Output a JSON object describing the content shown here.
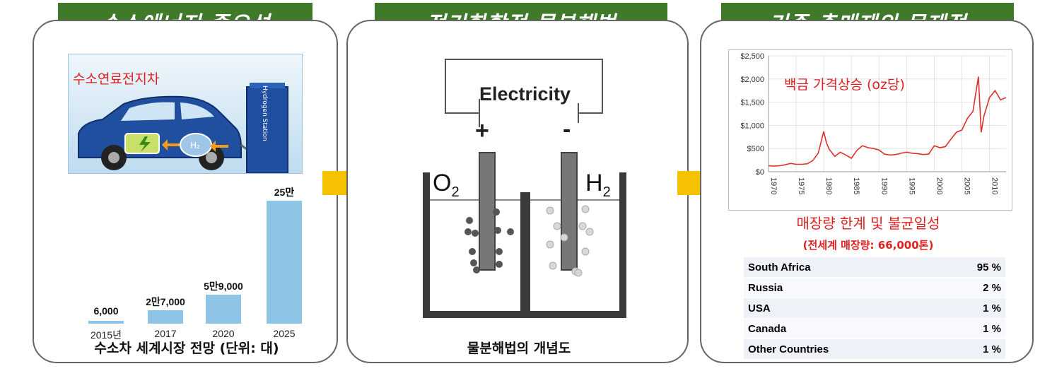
{
  "panel1": {
    "title": "수소에너지 중요성",
    "car_label": "수소연료전지차",
    "station_label": "Hydrogen Station",
    "h2_tank_label": "H2",
    "chart_caption": "수소차 세계시장 전망 (단위: 대)"
  },
  "panel2": {
    "title": "전기화학적 물분해법",
    "electricity_label": "Electricity",
    "plus_label": "+",
    "minus_label": "-",
    "o2_label": "O",
    "o2_sub": "2",
    "h2_label": "H",
    "h2_sub": "2",
    "caption": "물분해법의 개념도"
  },
  "panel3": {
    "title": "기존 촉매제의 문제점",
    "chart_title": "백금 가격상승 (oz당)",
    "subtitle": "매장량 한계 및 불균일성",
    "reserve_note": "(전세계 매장량: 66,000톤)",
    "reserves": [
      {
        "country": "South Africa",
        "share": "95 %"
      },
      {
        "country": "Russia",
        "share": "2 %"
      },
      {
        "country": "USA",
        "share": "1 %"
      },
      {
        "country": "Canada",
        "share": "1 %"
      },
      {
        "country": "Other Countries",
        "share": "1 %"
      }
    ]
  },
  "colors": {
    "banner_green": "#3f7a2a",
    "arrow_yellow": "#f6c200",
    "bar_blue": "#8ec4e6",
    "line_red": "#e0302a",
    "text_red": "#e02020"
  },
  "chart_data": [
    {
      "type": "bar",
      "categories": [
        "2015년",
        "2017",
        "2020",
        "2025"
      ],
      "values": [
        6000,
        27000,
        59000,
        250000
      ],
      "value_labels": [
        "6,000",
        "2만7,000",
        "5만9,000",
        "25만"
      ],
      "title": "수소차 세계시장 전망 (단위: 대)"
    },
    {
      "type": "line",
      "title": "백금 가격상승 (oz당)",
      "x_ticks": [
        "1970",
        "1975",
        "1980",
        "1985",
        "1990",
        "1995",
        "2000",
        "2005",
        "2010"
      ],
      "y_ticks": [
        "$0",
        "$500",
        "$1,000",
        "$1,500",
        "$2,000",
        "$2,500"
      ],
      "xlim": [
        1970,
        2013
      ],
      "ylim": [
        0,
        2500
      ],
      "grid": true,
      "x": [
        1970,
        1971,
        1972,
        1973,
        1974,
        1975,
        1976,
        1977,
        1978,
        1979,
        1980,
        1980.5,
        1981,
        1982,
        1983,
        1984,
        1985,
        1986,
        1987,
        1988,
        1989,
        1990,
        1991,
        1992,
        1993,
        1994,
        1995,
        1996,
        1997,
        1998,
        1999,
        2000,
        2001,
        2002,
        2003,
        2004,
        2005,
        2006,
        2007,
        2008,
        2008.5,
        2009,
        2010,
        2011,
        2012,
        2013
      ],
      "y": [
        130,
        120,
        130,
        150,
        180,
        160,
        160,
        170,
        240,
        400,
        870,
        620,
        480,
        330,
        420,
        360,
        290,
        460,
        560,
        520,
        500,
        470,
        380,
        360,
        370,
        400,
        420,
        400,
        390,
        370,
        380,
        560,
        520,
        540,
        700,
        850,
        900,
        1150,
        1300,
        2050,
        850,
        1200,
        1600,
        1750,
        1550,
        1600
      ]
    }
  ]
}
